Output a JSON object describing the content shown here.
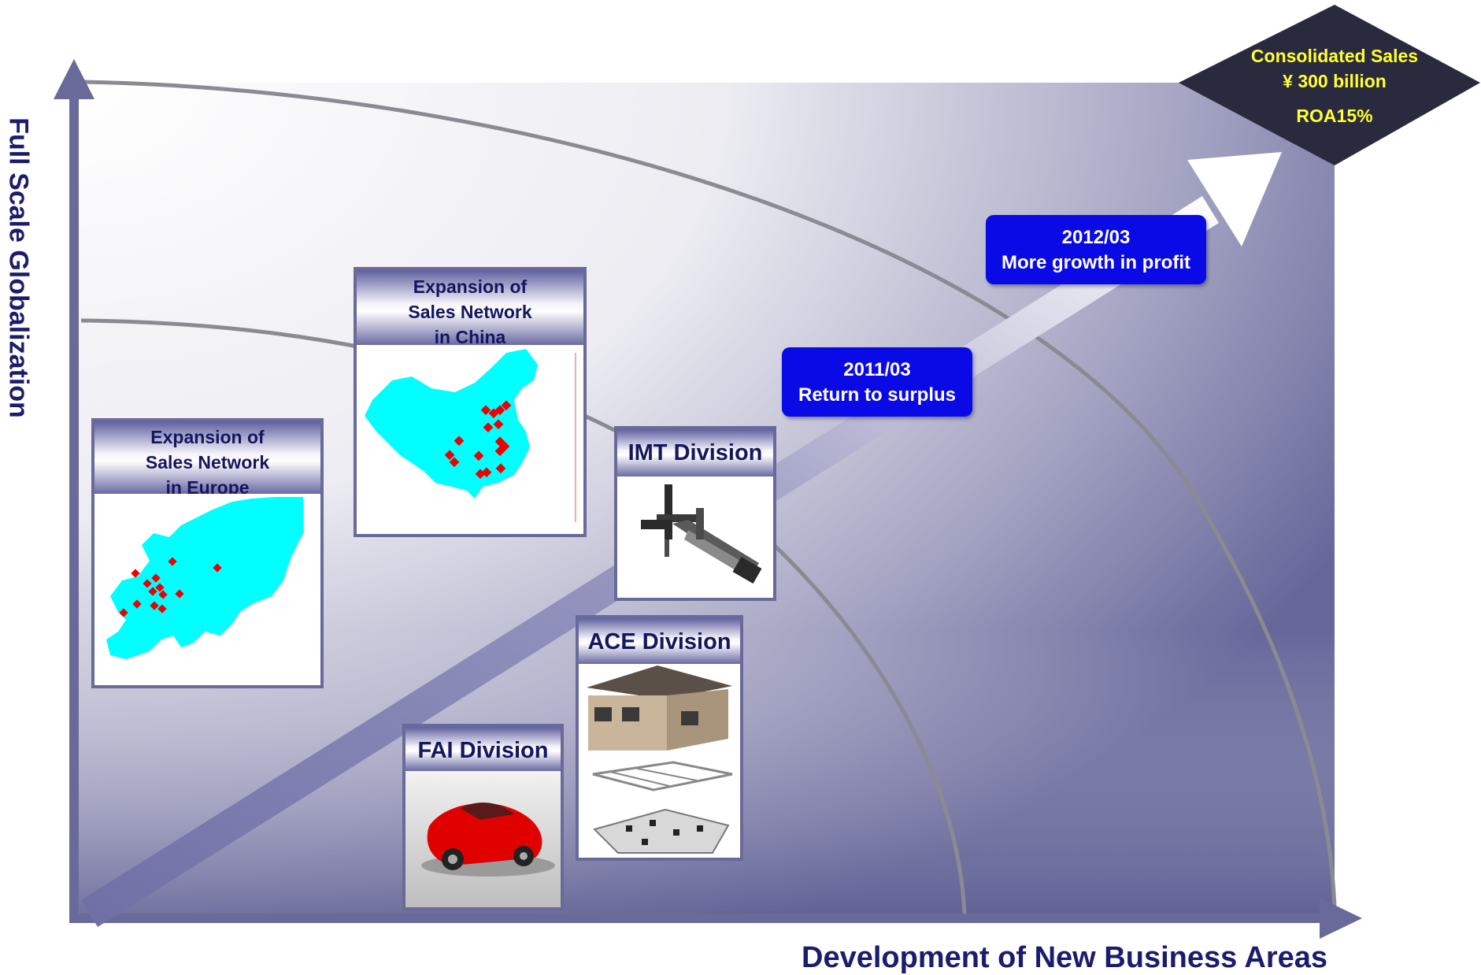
{
  "axes": {
    "y_label": "Full Scale Globalization",
    "x_label": "Development of New Business Areas"
  },
  "goal": {
    "line1": "Consolidated Sales",
    "line2": "¥ 300 billion",
    "line3": "ROA15%"
  },
  "milestones": [
    {
      "date": "2012/03",
      "text": "More growth in profit"
    },
    {
      "date": "2011/03",
      "text": "Return to surplus"
    }
  ],
  "panels": {
    "europe": {
      "line1": "Expansion of",
      "line2": "Sales Network",
      "line3": "in Europe"
    },
    "china": {
      "line1": "Expansion of",
      "line2": "Sales Network",
      "line3": "in China"
    },
    "imt": {
      "title": "IMT Division"
    },
    "ace": {
      "title": "ACE Division"
    },
    "fai": {
      "title": "FAI Division"
    }
  },
  "colors": {
    "axis": "#6a6a9a",
    "milestone_bg": "#0a0ae6",
    "goal_text": "#ffff33",
    "goal_bg": "#2a2a3e",
    "map_fill": "#00ffff",
    "map_marker": "#ee0000"
  },
  "icons": [
    "growth-arrow-icon",
    "europe-map-icon",
    "china-map-icon",
    "robot-arm-icon",
    "house-icon",
    "sports-car-icon"
  ]
}
